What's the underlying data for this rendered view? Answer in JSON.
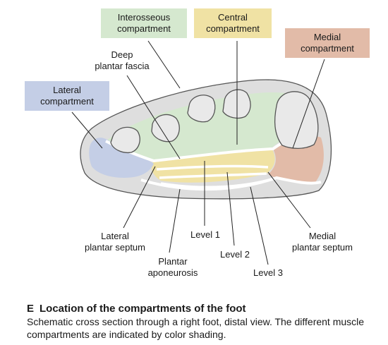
{
  "colors": {
    "interosseous": "#d5e8cf",
    "central": "#f0e2a4",
    "medial": "#e2bba8",
    "lateral": "#c4cee6",
    "skin": "#dedede",
    "bone": "#e9e9e9",
    "septum": "#ffffff",
    "outline": "#555555",
    "leader": "#222222"
  },
  "labels": {
    "interosseous_compartment": "Interosseous\ncompartment",
    "central_compartment": "Central\ncompartment",
    "medial_compartment": "Medial\ncompartment",
    "lateral_compartment": "Lateral\ncompartment",
    "deep_plantar_fascia": "Deep\nplantar fascia",
    "lateral_plantar_septum": "Lateral\nplantar septum",
    "plantar_aponeurosis": "Plantar\naponeurosis",
    "level_1": "Level 1",
    "level_2": "Level 2",
    "level_3": "Level 3",
    "medial_plantar_septum": "Medial\nplantar septum"
  },
  "caption": {
    "letter": "E",
    "title": "Location of the compartments of the foot",
    "text": "Schematic cross section through a right foot, distal view. The different muscle compartments are indicated by color shading."
  }
}
